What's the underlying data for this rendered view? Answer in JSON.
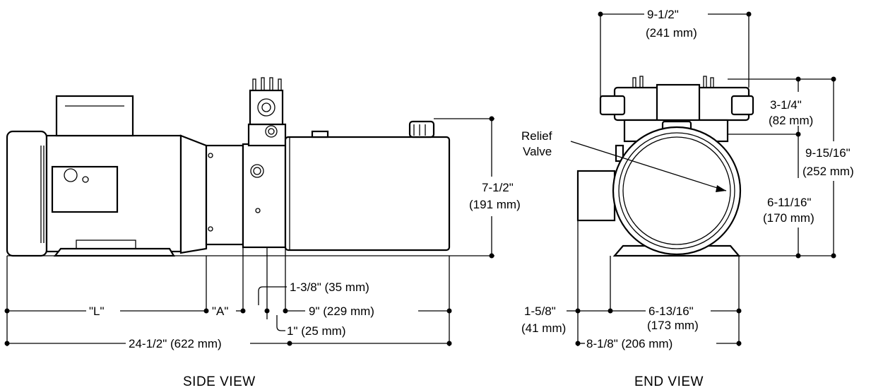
{
  "side_view": {
    "caption": "SIDE VIEW",
    "dims": {
      "L": "\"L\"",
      "A": "\"A\"",
      "port": "1-3/8\" (35 mm)",
      "offset": "1\" (25 mm)",
      "tank_len": "9\" (229 mm)",
      "overall": "24-1/2\" (622 mm)",
      "height_in": "7-1/2\"",
      "height_mm": "(191 mm)"
    }
  },
  "end_view": {
    "caption": "END VIEW",
    "relief_line1": "Relief",
    "relief_line2": "Valve",
    "dims": {
      "top_in": "9-1/2\"",
      "top_mm": "(241 mm)",
      "valve_in": "3-1/4\"",
      "valve_mm": "(82 mm)",
      "total_h_in": "9-15/16\"",
      "total_h_mm": "(252 mm)",
      "tank_h_in": "6-11/16\"",
      "tank_h_mm": "(170 mm)",
      "side_in": "1-5/8\"",
      "side_mm": "(41 mm)",
      "base_in": "6-13/16\"",
      "base_mm": "(173 mm)",
      "width": "8-1/8\" (206 mm)"
    }
  }
}
